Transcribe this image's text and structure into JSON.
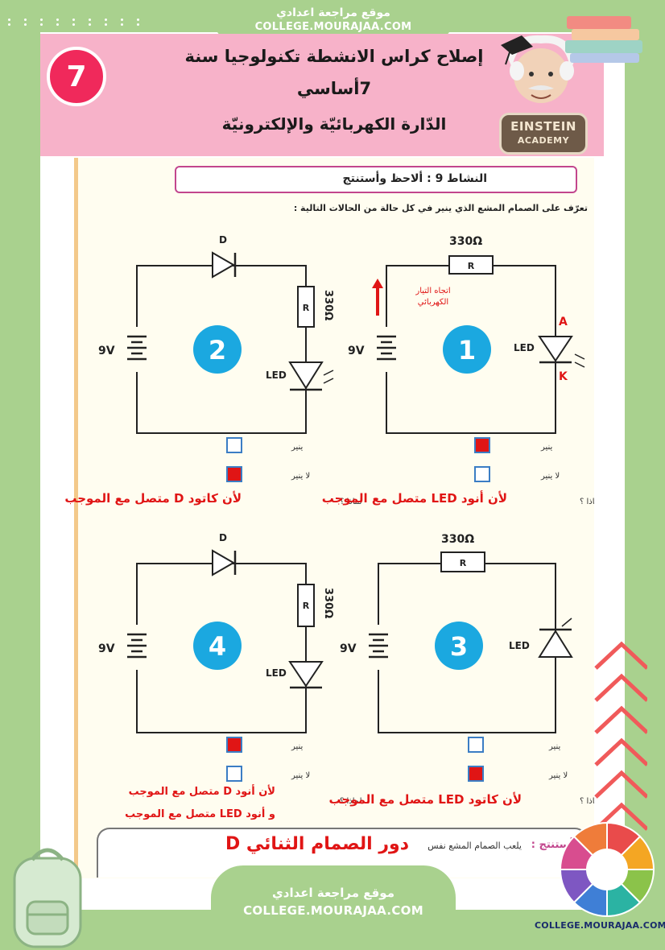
{
  "top_banner": {
    "site_ar": "موقع مراجعة اعدادي",
    "site_url": "COLLEGE.MOURAJAA.COM"
  },
  "header": {
    "title_line1": "إصلاح كراس الانشطة تكنولوجيا سنة",
    "title_line2": "7أساسي",
    "title_line3": "الدّارة الكهربائيّة والإلكترونيّة",
    "grade_badge": "7",
    "logo_line1": "EINSTEIN",
    "logo_line2": "ACADEMY"
  },
  "worksheet": {
    "activity_title": "النشاط 9 : ألاحظ وأستنتج",
    "instruction": "تعرّف على الصمام المشع الذي ينير في كل حالة من الحالات التالية :",
    "circuits": [
      {
        "number": "1",
        "battery": "9V",
        "resistor_value": "330Ω",
        "resistor_label": "R",
        "led_label": "LED",
        "anode": "A",
        "cathode": "K",
        "current_note_1": "اتجاه التيار",
        "current_note_2": "الكهربائي",
        "lights": "ينير",
        "no_light": "لا ينير",
        "why": "لماذا ؟",
        "answer": "لأن أنود LED  متصل مع الموجب",
        "checked": "lights"
      },
      {
        "number": "2",
        "battery": "9V",
        "resistor_value": "330Ω",
        "resistor_label": "R",
        "led_label": "LED",
        "diode_label": "D",
        "lights": "ينير",
        "no_light": "لا ينير",
        "why": "لماذا ؟",
        "answer": "لأن كاتود D  متصل مع الموجب",
        "checked": "no_light"
      },
      {
        "number": "3",
        "battery": "9V",
        "resistor_value": "330Ω",
        "resistor_label": "R",
        "led_label": "LED",
        "lights": "ينير",
        "no_light": "لا ينير",
        "why": "لماذا ؟",
        "answer": "لأن كاتود LED  متصل مع الموجب",
        "checked": "no_light"
      },
      {
        "number": "4",
        "battery": "9V",
        "resistor_value": "330Ω",
        "resistor_label": "R",
        "led_label": "LED",
        "diode_label": "D",
        "lights": "ينير",
        "no_light": "لا ينير",
        "why": "لماذا ؟",
        "answer_line1": "لأن أنود D  متصل مع الموجب",
        "answer_line2": "و أنود LED  متصل مع الموجب",
        "checked": "lights"
      }
    ],
    "conclusion_label": "أستنتج :",
    "conclusion_text": "يلعب الصمام المشع نفس",
    "conclusion_answer": "دور الصمام الثنائي D"
  },
  "bottom_banner": {
    "site_ar": "موقع مراجعة اعدادي",
    "site_url": "COLLEGE.MOURAJAA.COM"
  },
  "footer_site": "COLLEGE.MOURAJAA.COM",
  "colors": {
    "frame": "#a9d18e",
    "header": "#f7b2c9",
    "answer_red": "#e01515",
    "badge_blue": "#1ba8e0",
    "grade_badge": "#f0295b"
  }
}
